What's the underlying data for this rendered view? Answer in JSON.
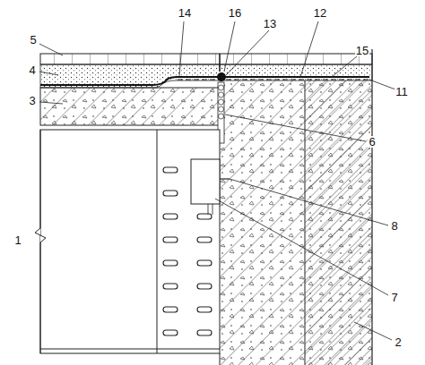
{
  "diagram": {
    "labels": [
      "5",
      "14",
      "16",
      "13",
      "12",
      "15",
      "11",
      "4",
      "3",
      "6",
      "1",
      "8",
      "7",
      "2"
    ]
  }
}
